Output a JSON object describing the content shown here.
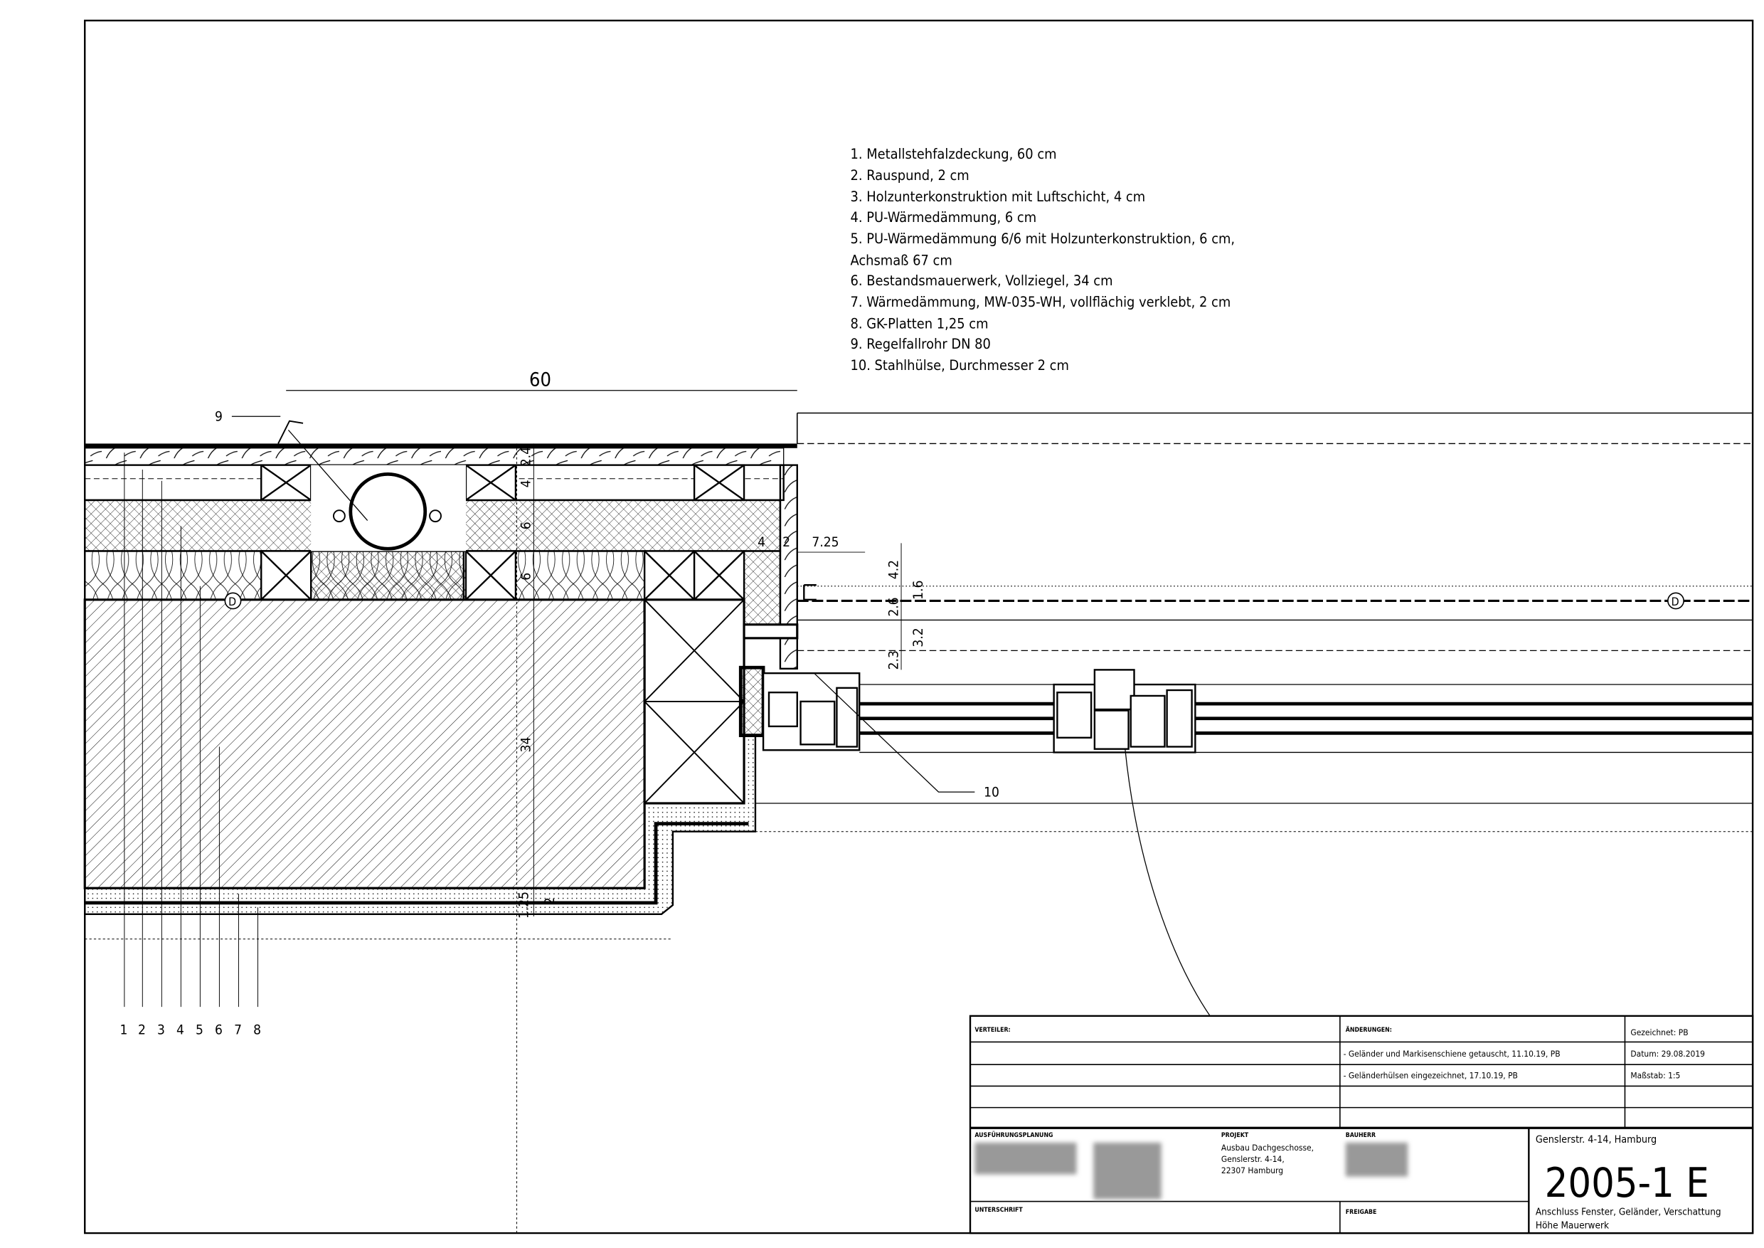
{
  "legend": [
    "1.  Metallstehfalzdeckung, 60 cm",
    "2.  Rauspund, 2 cm",
    "3.  Holzunterkonstruktion mit Luftschicht, 4 cm",
    "4.  PU-Wärmedämmung, 6 cm",
    "5.  PU-Wärmedämmung 6/6 mit Holzunterkonstruktion, 6 cm,",
    "Achsmaß 67 cm",
    "6.  Bestandsmauerwerk, Vollziegel, 34 cm",
    "7.  Wärmedämmung, MW-035-WH, vollflächig verklebt, 2 cm",
    "8.  GK-Platten 1,25 cm",
    "9.  Regelfallrohr DN 80",
    "10.  Stahlhülse, Durchmesser 2 cm"
  ],
  "dimensions": {
    "width_60": "60",
    "d_2_4": "2.4",
    "d_4": "4",
    "d_6a": "6",
    "d_6b": "6",
    "d_34": "34",
    "d_1_25": "1.25",
    "d_2": "2",
    "d_4h": "4",
    "d_2h": "2",
    "d_7_25": "7.25",
    "d_4_2": "4.2",
    "d_1_6": "1.6",
    "d_2_6": "2.6",
    "d_3_2": "3.2",
    "d_2_3": "2.3"
  },
  "callouts": {
    "nine": "9",
    "ten": "10",
    "marker_d": "D"
  },
  "layer_numbers": [
    "1",
    "2",
    "3",
    "4",
    "5",
    "6",
    "7",
    "8"
  ],
  "title_block": {
    "verteiler": "VERTEILER:",
    "aenderungen": "ÄNDERUNGEN:",
    "changes": [
      "- Geländer und Markisenschiene getauscht, 11.10.19, PB",
      "- Geländerhülsen eingezeichnet, 17.10.19, PB"
    ],
    "gezeichnet": "Gezeichnet: PB",
    "datum": "Datum: 29.08.2019",
    "massstab": "Maßstab: 1:5",
    "ausfuehrungsplanung": "AUSFÜHRUNGSPLANUNG",
    "projekt_label": "PROJEKT",
    "projekt_lines": [
      "Ausbau Dachgeschosse,",
      "Genslerstr. 4-14,",
      "22307 Hamburg"
    ],
    "bauherr_label": "BAUHERR",
    "unterschrift": "UNTERSCHRIFT",
    "freigabe": "FREIGABE",
    "address": "Genslerstr. 4-14, Hamburg",
    "drawing_number": "2005-1 E",
    "drawing_title_1": "Anschluss Fenster, Geländer, Verschattung",
    "drawing_title_2": "Höhe Mauerwerk"
  }
}
